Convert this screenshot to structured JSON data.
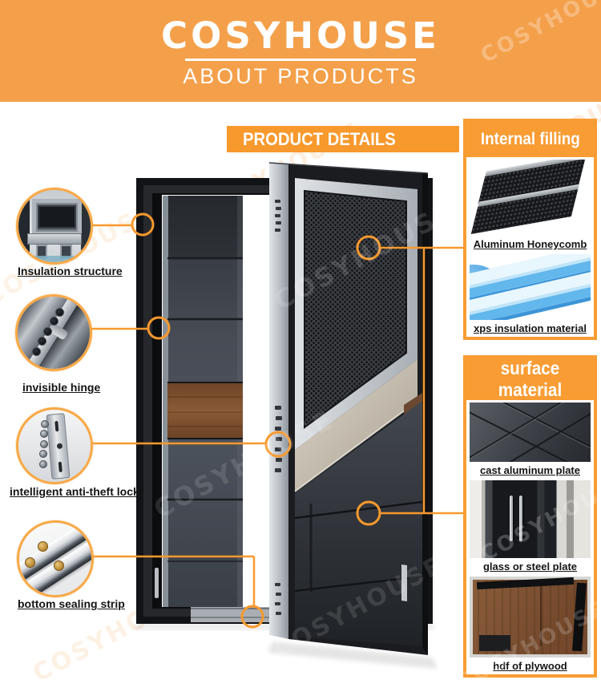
{
  "brand": {
    "logo": "COSYHOUSE",
    "tagline": "ABOUT PRODUCTS"
  },
  "banner": {
    "title": "PRODUCT DETAILS"
  },
  "watermark": {
    "text": "COSYHOUSE"
  },
  "colors": {
    "header_bg": "#F4A04B",
    "accent_orange": "#F8992D",
    "panel_border": "#F89C33",
    "label_text": "#141414"
  },
  "callouts": [
    {
      "label": "Insulation structure"
    },
    {
      "label": "invisible hinge"
    },
    {
      "label": "intelligent anti-theft lock"
    },
    {
      "label": "bottom sealing strip"
    }
  ],
  "panels": [
    {
      "title": "Internal filling",
      "items": [
        {
          "caption": "Aluminum Honeycomb"
        },
        {
          "caption": "xps insulation material"
        }
      ]
    },
    {
      "title": "surface material",
      "items": [
        {
          "caption": "cast aluminum plate"
        },
        {
          "caption": "glass or steel plate"
        },
        {
          "caption": "hdf of plywood"
        }
      ]
    }
  ]
}
